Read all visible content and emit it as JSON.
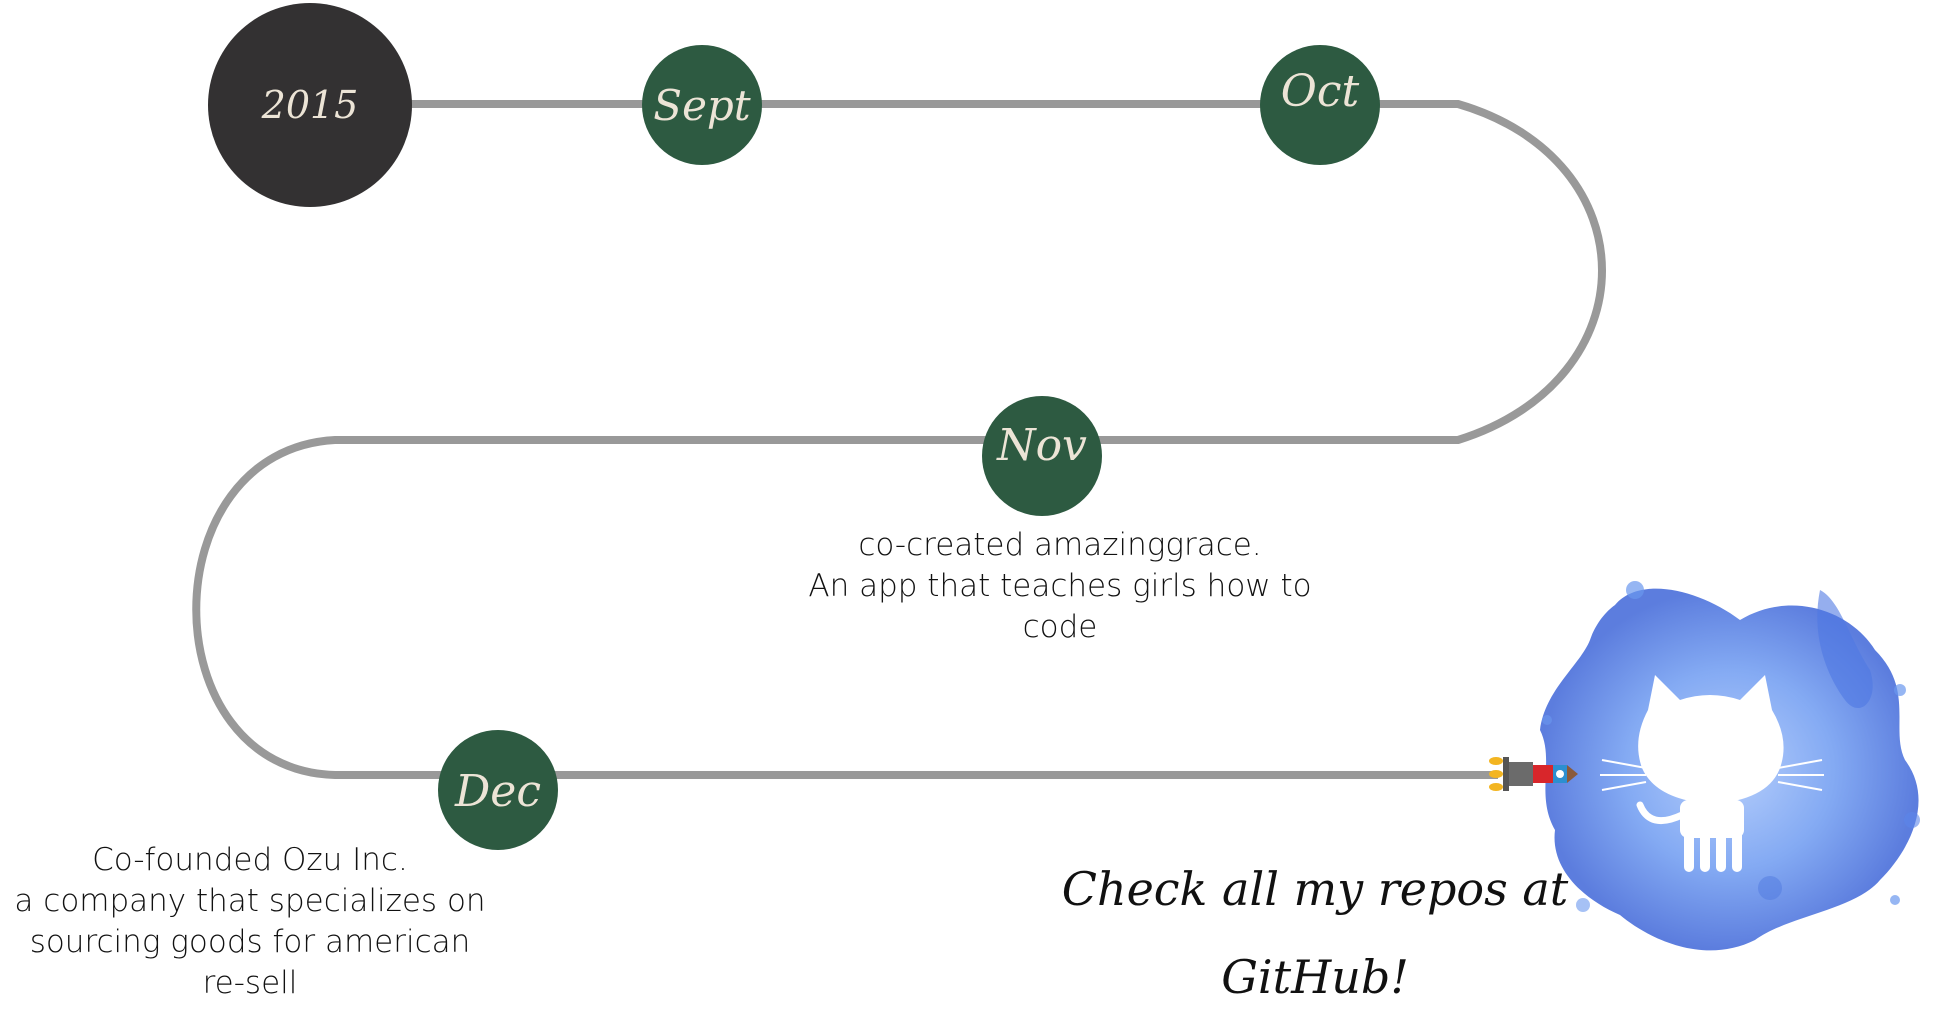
{
  "timeline": {
    "year": "2015",
    "months": [
      {
        "label": "Sept"
      },
      {
        "label": "Oct"
      },
      {
        "label": "Nov",
        "caption": [
          "co-created amazinggrace.",
          "An app that teaches girls how to",
          "code"
        ]
      },
      {
        "label": "Dec",
        "caption": [
          "Co-founded Ozu Inc.",
          "a company that specializes on",
          "sourcing goods for american",
          "re-sell"
        ]
      }
    ]
  },
  "github": {
    "link_lines": [
      "Check all my repos at",
      "GitHub!"
    ],
    "icon": "octocat-icon",
    "rocket_icon": "rocket-icon"
  },
  "colors": {
    "path": "#999999",
    "year_node": "#333132",
    "month_node": "#2d5a41",
    "node_text": "#ece4d6",
    "splash_blue": "#6a97ee"
  }
}
